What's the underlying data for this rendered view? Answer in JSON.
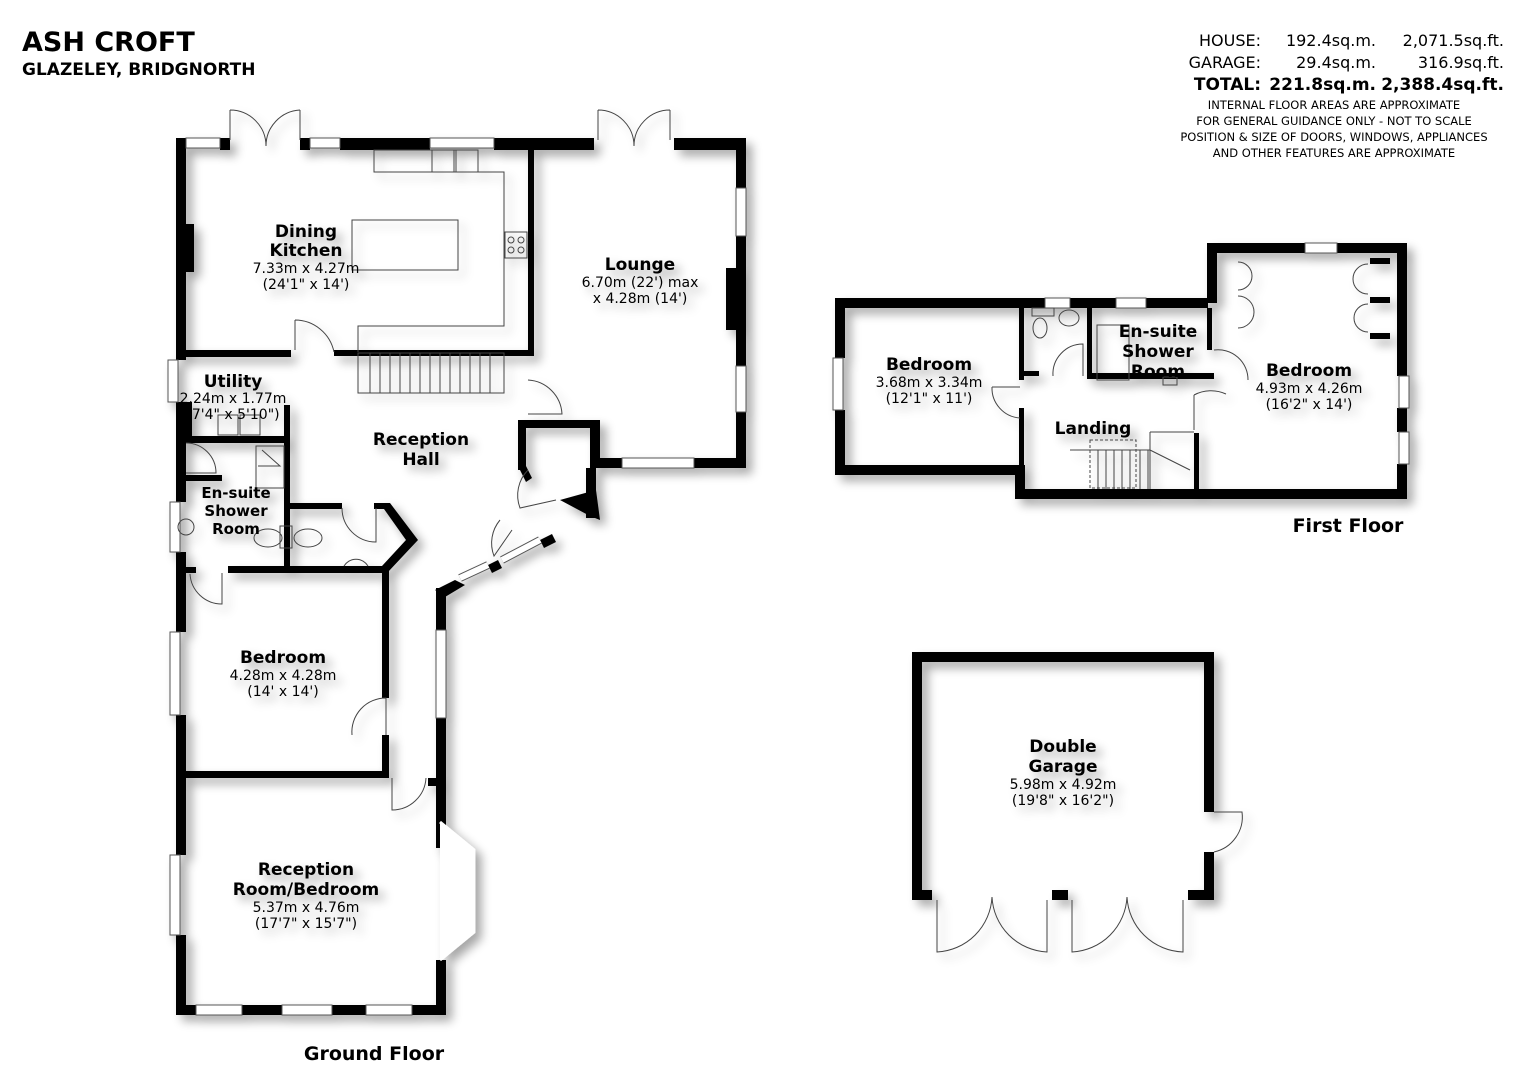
{
  "header": {
    "title": "ASH CROFT",
    "subtitle": "GLAZELEY, BRIDGNORTH"
  },
  "areas": {
    "rows": [
      {
        "label": "HOUSE:",
        "sqm": "192.4sq.m.",
        "sqft": "2,071.5sq.ft."
      },
      {
        "label": "GARAGE:",
        "sqm": "29.4sq.m.",
        "sqft": "316.9sq.ft."
      },
      {
        "label": "TOTAL:",
        "sqm": "221.8sq.m.",
        "sqft": "2,388.4sq.ft."
      }
    ],
    "disclaimer": [
      "INTERNAL FLOOR AREAS ARE APPROXIMATE",
      "FOR GENERAL GUIDANCE ONLY - NOT TO SCALE",
      "POSITION & SIZE OF DOORS, WINDOWS, APPLIANCES",
      "AND OTHER FEATURES ARE APPROXIMATE"
    ]
  },
  "floors": {
    "ground": {
      "label": "Ground Floor",
      "rooms": {
        "dining_kitchen": {
          "name_1": "Dining",
          "name_2": "Kitchen",
          "metric": "7.33m x 4.27m",
          "imperial": "(24'1\" x 14')"
        },
        "lounge": {
          "name_1": "Lounge",
          "metric": "6.70m (22') max",
          "imperial": "x 4.28m (14')"
        },
        "utility": {
          "name_1": "Utility",
          "metric": "2.24m x 1.77m",
          "imperial": "(7'4\" x 5'10\")"
        },
        "reception_hall": {
          "name_1": "Reception",
          "name_2": "Hall"
        },
        "ensuite": {
          "name_1": "En-suite",
          "name_2": "Shower",
          "name_3": "Room"
        },
        "bedroom": {
          "name_1": "Bedroom",
          "metric": "4.28m x 4.28m",
          "imperial": "(14' x 14')"
        },
        "reception_room": {
          "name_1": "Reception",
          "name_2": "Room/Bedroom",
          "metric": "5.37m x 4.76m",
          "imperial": "(17'7\" x 15'7\")"
        }
      }
    },
    "first": {
      "label": "First Floor",
      "rooms": {
        "bedroom_1": {
          "name_1": "Bedroom",
          "metric": "3.68m x 3.34m",
          "imperial": "(12'1\" x 11')"
        },
        "ensuite": {
          "name_1": "En-suite",
          "name_2": "Shower",
          "name_3": "Room"
        },
        "landing": {
          "name_1": "Landing"
        },
        "bedroom_2": {
          "name_1": "Bedroom",
          "metric": "4.93m x 4.26m",
          "imperial": "(16'2\" x 14')"
        }
      }
    },
    "garage": {
      "rooms": {
        "double_garage": {
          "name_1": "Double",
          "name_2": "Garage",
          "metric": "5.98m x 4.92m",
          "imperial": "(19'8\" x 16'2\")"
        }
      }
    }
  },
  "colors": {
    "wall": "#000000",
    "background": "#ffffff",
    "fixture_line": "#444444"
  }
}
